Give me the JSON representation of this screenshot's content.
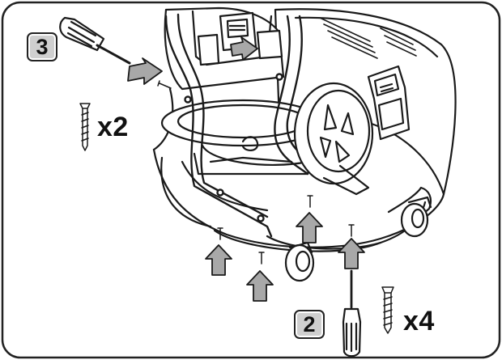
{
  "panel": {
    "border_color": "#222222",
    "background": "#ffffff"
  },
  "step_badges": [
    {
      "label": "3",
      "fill": "#cfcfcf"
    },
    {
      "label": "2",
      "fill": "#cfcfcf"
    }
  ],
  "quantities": [
    {
      "label": "x2",
      "part": "screw"
    },
    {
      "label": "x4",
      "part": "screw"
    }
  ],
  "arrow_color": "#a8a8a8",
  "line_color": "#1a1a1a",
  "icons": [
    "screwdriver-icon",
    "screw-icon",
    "caster-wheel-icon",
    "motor-grille-icon"
  ]
}
